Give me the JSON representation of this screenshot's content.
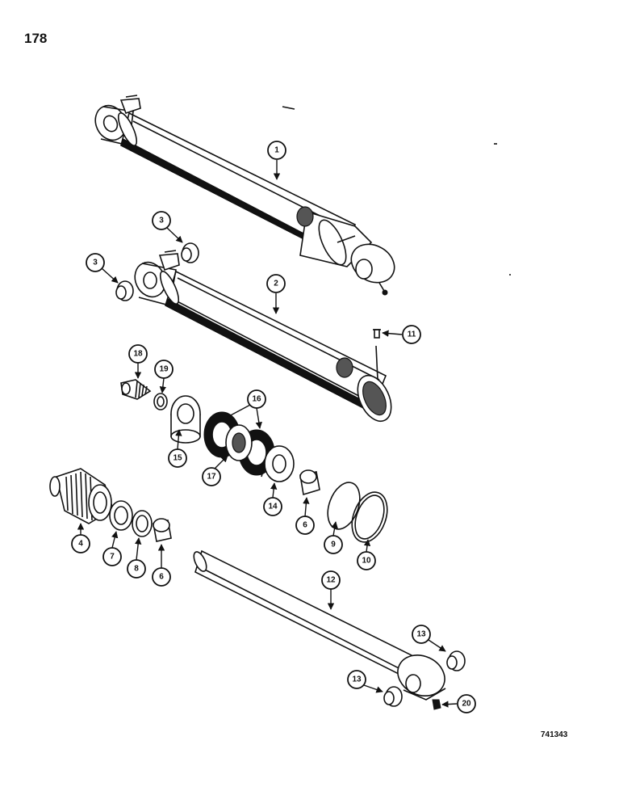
{
  "page": {
    "page_number": "178",
    "drawing_number": "741343"
  },
  "callouts": {
    "c1": "1",
    "c2": "2",
    "c3a": "3",
    "c3b": "3",
    "c4": "4",
    "c6a": "6",
    "c6b": "6",
    "c7": "7",
    "c8": "8",
    "c9": "9",
    "c10": "10",
    "c11": "11",
    "c12": "12",
    "c13a": "13",
    "c13b": "13",
    "c14": "14",
    "c15": "15",
    "c16": "16",
    "c17": "17",
    "c18": "18",
    "c19": "19",
    "c20": "20"
  }
}
